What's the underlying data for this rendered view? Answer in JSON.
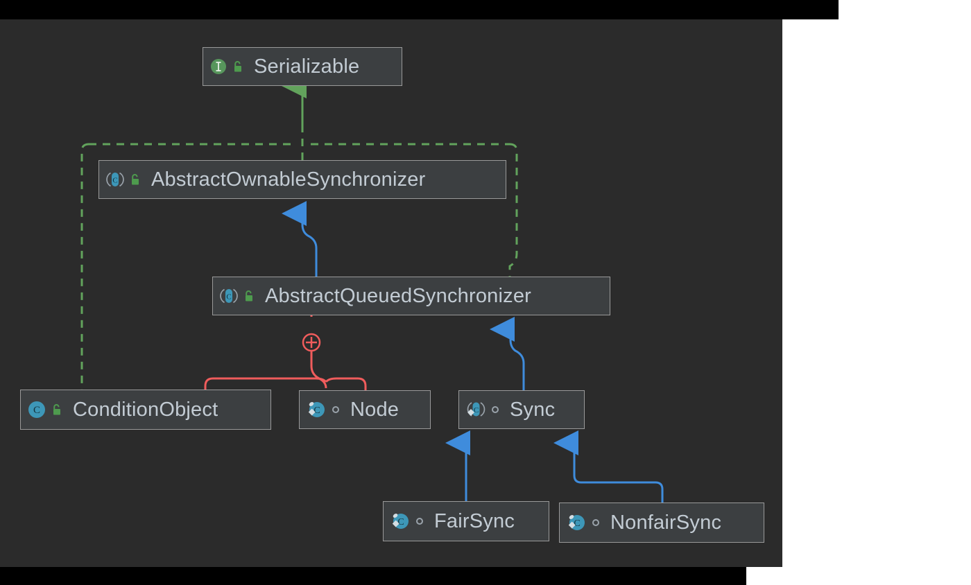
{
  "diagram": {
    "title": "AbstractQueuedSynchronizer class hierarchy",
    "background_color": "#2b2b2b",
    "node_fill": "#3c3f41",
    "node_border": "#9a9a9a",
    "label_color": "#c3ccd4",
    "implements_color": "#62a35c",
    "extends_color": "#3f8cdc",
    "inner_class_color": "#f05c5c",
    "interface_icon_color": "#57965c",
    "class_icon_color": "#3d97b8"
  },
  "nodes": [
    {
      "id": "serializable",
      "label": "Serializable",
      "kind": "interface",
      "kind_icon": "interface-icon",
      "visibility": "public",
      "visibility_icon": "unlock-icon",
      "static": false
    },
    {
      "id": "abstract-ownable-synchronizer",
      "label": "AbstractOwnableSynchronizer",
      "kind": "abstract-class",
      "kind_icon": "abstract-class-icon",
      "visibility": "public",
      "visibility_icon": "unlock-icon",
      "static": false
    },
    {
      "id": "abstract-queued-synchronizer",
      "label": "AbstractQueuedSynchronizer",
      "kind": "abstract-class",
      "kind_icon": "abstract-class-icon",
      "visibility": "public",
      "visibility_icon": "unlock-icon",
      "static": false
    },
    {
      "id": "condition-object",
      "label": "ConditionObject",
      "kind": "class",
      "kind_icon": "class-icon",
      "visibility": "public",
      "visibility_icon": "unlock-icon",
      "static": false
    },
    {
      "id": "node",
      "label": "Node",
      "kind": "class",
      "kind_icon": "static-class-icon",
      "visibility": "package-private",
      "visibility_icon": "package-private-icon",
      "static": true
    },
    {
      "id": "sync",
      "label": "Sync",
      "kind": "abstract-class",
      "kind_icon": "static-abstract-class-icon",
      "visibility": "package-private",
      "visibility_icon": "package-private-icon",
      "static": true
    },
    {
      "id": "fair-sync",
      "label": "FairSync",
      "kind": "class",
      "kind_icon": "static-class-icon",
      "visibility": "package-private",
      "visibility_icon": "package-private-icon",
      "static": true
    },
    {
      "id": "nonfair-sync",
      "label": "NonfairSync",
      "kind": "class",
      "kind_icon": "static-class-icon",
      "visibility": "package-private",
      "visibility_icon": "package-private-icon",
      "static": true
    }
  ],
  "edges": [
    {
      "from": "abstract-ownable-synchronizer",
      "to": "serializable",
      "type": "implements",
      "style": "dashed",
      "color": "#62a35c"
    },
    {
      "from": "abstract-queued-synchronizer",
      "to": "serializable",
      "type": "implements",
      "style": "dashed",
      "color": "#62a35c"
    },
    {
      "from": "condition-object",
      "to": "serializable",
      "type": "implements",
      "style": "dashed",
      "color": "#62a35c"
    },
    {
      "from": "abstract-queued-synchronizer",
      "to": "abstract-ownable-synchronizer",
      "type": "extends",
      "style": "solid",
      "color": "#3f8cdc"
    },
    {
      "from": "sync",
      "to": "abstract-queued-synchronizer",
      "type": "extends",
      "style": "solid",
      "color": "#3f8cdc"
    },
    {
      "from": "fair-sync",
      "to": "sync",
      "type": "extends",
      "style": "solid",
      "color": "#3f8cdc"
    },
    {
      "from": "nonfair-sync",
      "to": "sync",
      "type": "extends",
      "style": "solid",
      "color": "#3f8cdc"
    },
    {
      "from": "abstract-queued-synchronizer",
      "to": "condition-object",
      "type": "inner-class",
      "style": "solid",
      "color": "#f05c5c"
    },
    {
      "from": "abstract-queued-synchronizer",
      "to": "node",
      "type": "inner-class",
      "style": "solid",
      "color": "#f05c5c"
    }
  ],
  "markers": {
    "inner_class_marker": "plus-circle-icon"
  }
}
